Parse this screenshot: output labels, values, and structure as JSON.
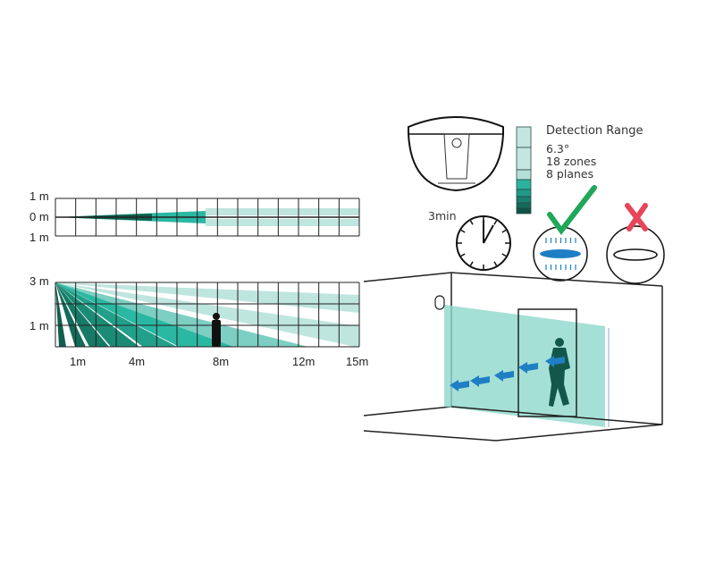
{
  "side_view_top": {
    "labels": [
      "1 m",
      "0 m",
      "1 m"
    ]
  },
  "side_view_bottom": {
    "y_labels": [
      "3 m",
      "1 m"
    ],
    "x_labels": [
      "1m",
      "4m",
      "8m",
      "12m",
      "15m"
    ]
  },
  "legend": {
    "title": "Detection Range",
    "angle": "6.3°",
    "zones": "18 zones",
    "planes": "8 planes",
    "colors": [
      "#c3e6e1",
      "#c3e6e1",
      "#b5e0da",
      "#2bb39f",
      "#1f9a86",
      "#17806f",
      "#126a5b",
      "#0d5446"
    ]
  },
  "clock": {
    "label": "3min"
  },
  "colors": {
    "teal_light": "#bfe5df",
    "teal": "#2bb8a3",
    "teal_dark": "#0f5e4e",
    "arrow_blue": "#1f7fc4",
    "check_green": "#1fa85a",
    "cross_red": "#e8455a"
  }
}
